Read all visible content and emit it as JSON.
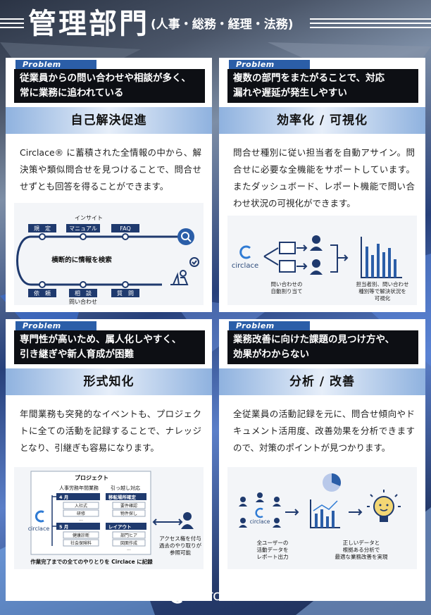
{
  "header": {
    "title": "管理部門",
    "subtitle": "(人事・総務・経理・法務)"
  },
  "cards": [
    {
      "tag": "Problem",
      "problem": [
        "従業員からの問い合わせや相談が多く、",
        "常に業務に追われている"
      ],
      "heading": "自己解決促進",
      "desc": "Circlace® に蓄積された全情報の中から、解決策や類似問合せを見つけることで、問合せせずとも回答を得ることができます。",
      "illus": {
        "insight": "インサイト",
        "top": [
          "規　定",
          "マニュアル",
          "FAQ"
        ],
        "middle": "横断的に情報を検索",
        "bottom": [
          "依　頼",
          "相　談",
          "質　問"
        ],
        "bottom_caption": "問い合わせ"
      }
    },
    {
      "tag": "Problem",
      "problem": [
        "複数の部門をまたがることで、対応",
        "漏れや遅延が発生しやすい"
      ],
      "heading": "効率化 / 可視化",
      "desc": "問合せ種別に従い担当者を自動アサイン。問合せに必要な全機能をサポートしています。またダッシュボード、レポート機能で問い合わせ状況の可視化ができます。",
      "illus": {
        "logo": "circlace",
        "left_caption": [
          "問い合わせの",
          "自動割り当て"
        ],
        "right_caption": [
          "担当者別、問い合わせ",
          "種別等で解決状況を",
          "可視化"
        ]
      }
    },
    {
      "tag": "Problem",
      "problem": [
        "専門性が高いため、属人化しやすく、",
        "引き継ぎや新人育成が困難"
      ],
      "heading": "形式知化",
      "desc": "年間業務も突発的なイベントも、プロジェクトに全ての活動を記録することで、ナレッジとなり、引継ぎも容易になります。",
      "illus": {
        "project": "プロジェクト",
        "logo": "circlace",
        "col1": {
          "title": "人事労務年間業務",
          "groups": [
            {
              "label": "4 月",
              "items": [
                "入社式",
                "研修"
              ]
            },
            {
              "label": "5 月",
              "items": [
                "健康診断",
                "社会保険料"
              ]
            }
          ]
        },
        "col2": {
          "title": "引っ越し対応",
          "groups": [
            {
              "label": "移転場所確定",
              "items": [
                "要件確認",
                "物件探し"
              ]
            },
            {
              "label": "レイアウト",
              "items": [
                "部門ヒア",
                "図面作成"
              ]
            }
          ]
        },
        "dots": "...",
        "right_caption": [
          "アクセス権を付与",
          "過去のやり取りが",
          "参照可能"
        ],
        "bottom_caption": "作業完了までの全てのやりとりを Circlace に記録"
      }
    },
    {
      "tag": "Problem",
      "problem": [
        "業務改善に向けた課題の見つけ方や、",
        "効果がわからない"
      ],
      "heading": "分析 / 改善",
      "desc": "全従業員の活動記録を元に、問合せ傾向やドキュメント活用度、改善効果を分析できますので、対策のポイントが見つかります。",
      "illus": {
        "logo": "circlace",
        "left_caption": [
          "全ユーザーの",
          "活動データを",
          "レポート出力"
        ],
        "right_caption": [
          "正しいデータと",
          "根拠ある分析で",
          "最適な業務改善を実現"
        ]
      }
    }
  ],
  "footer": {
    "logo": "circlace"
  },
  "colors": {
    "navy": "#1f3a6e",
    "blue": "#2b5ea8",
    "accent": "#2f7bd4"
  }
}
